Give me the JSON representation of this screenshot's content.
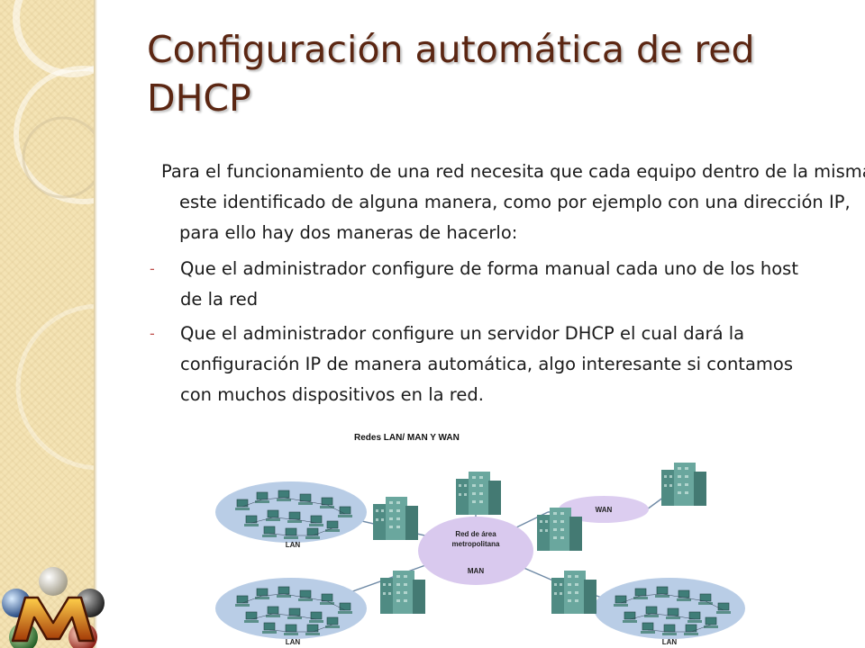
{
  "slide": {
    "title": "Configuración automática de red DHCP",
    "intro": "Para el funcionamiento de una red necesita que cada equipo dentro de la misma este identificado de alguna manera, como por ejemplo con una dirección IP, para ello hay dos maneras de hacerlo:",
    "bullets": [
      "Que el administrador configure de forma manual cada uno de los host de la red",
      "Que el administrador configure un servidor DHCP el cual dará la configuración IP de manera automática, algo interesante si contamos con muchos dispositivos en la red."
    ],
    "bullet_marker": "-"
  },
  "diagram": {
    "title": "Redes LAN/ MAN Y WAN",
    "man_label_line1": "Red de área",
    "man_label_line2": "metropolitana",
    "man_label": "MAN",
    "wan_label": "WAN",
    "lan_label": "LAN",
    "colors": {
      "lan_cloud": "#b9cde6",
      "man_ellipse": "#d9c9ee",
      "wan_ellipse": "#dccdf0",
      "building": "#5d9a92",
      "link": "#6f8aa6"
    }
  },
  "theme": {
    "title_color": "#5b2612",
    "sidebar_color": "#f4e3b4",
    "bullet_color": "#c0504d"
  },
  "logo": {
    "icon": "magic-m-logo"
  }
}
